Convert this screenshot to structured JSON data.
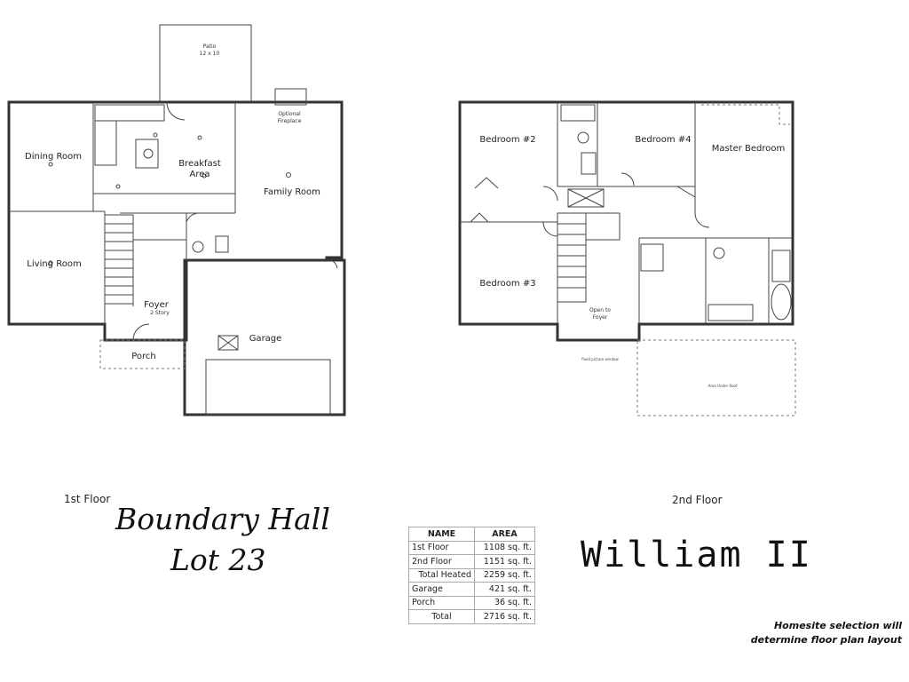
{
  "first_floor": {
    "label": "1st Floor",
    "rooms": {
      "patio": "Patio",
      "patio_size": "12 x 10",
      "dining_room": "Dining Room",
      "breakfast_area_1": "Breakfast",
      "breakfast_area_2": "Area",
      "family_room": "Family Room",
      "optional_fireplace_1": "Optional",
      "optional_fireplace_2": "Fireplace",
      "living_room": "Living Room",
      "foyer": "Foyer",
      "foyer_note": "2 Story",
      "garage": "Garage",
      "porch": "Porch"
    }
  },
  "second_floor": {
    "label": "2nd Floor",
    "rooms": {
      "bedroom_2": "Bedroom #2",
      "bedroom_4": "Bedroom #4",
      "master_bedroom": "Master Bedroom",
      "bedroom_3": "Bedroom #3",
      "open_to_foyer_1": "Open to",
      "open_to_foyer_2": "Foyer",
      "area_under_roof": "Area Under Roof",
      "fixed_window": "fixed picture window"
    }
  },
  "community": {
    "line1": "Boundary Hall",
    "line2": "Lot 23"
  },
  "model_name": "William II",
  "area_table": {
    "headers": [
      "NAME",
      "AREA"
    ],
    "rows": [
      {
        "name": "1st Floor",
        "area": "1108 sq. ft."
      },
      {
        "name": "2nd Floor",
        "area": "1151 sq. ft."
      },
      {
        "name": "Total Heated",
        "area": "2259 sq. ft."
      },
      {
        "name": "Garage",
        "area": "421 sq. ft."
      },
      {
        "name": "Porch",
        "area": "36 sq. ft."
      },
      {
        "name": "Total",
        "area": "2716 sq. ft."
      }
    ]
  },
  "note": {
    "line1": "Homesite selection will",
    "line2": "determine floor plan layout"
  }
}
